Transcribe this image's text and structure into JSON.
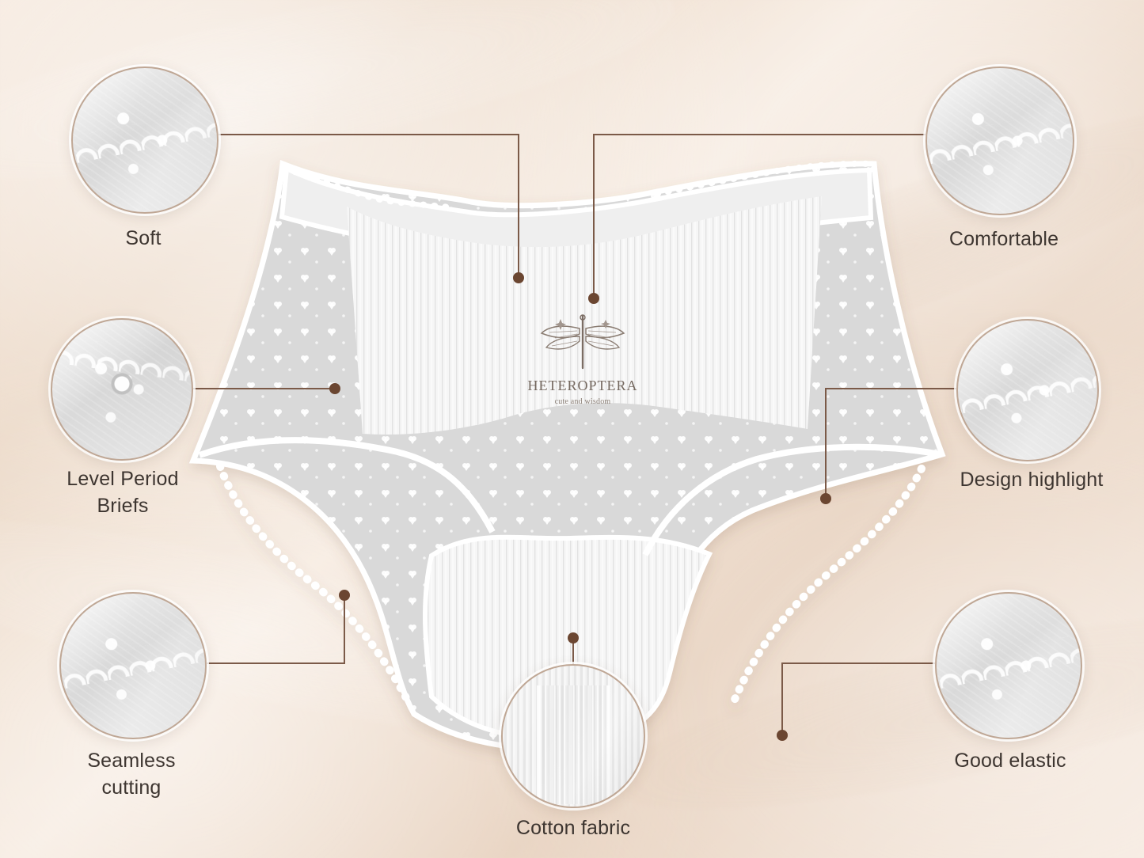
{
  "brand": {
    "name": "HETEROPTERA",
    "tagline": "cute and wisdom"
  },
  "features": {
    "soft": "Soft",
    "comfortable": "Comfortable",
    "level_period_line1": "Level Period",
    "level_period_line2": "Briefs",
    "design_highlight": "Design highlight",
    "seamless_line1": "Seamless",
    "seamless_line2": "cutting",
    "good_elastic": "Good elastic",
    "cotton_fabric": "Cotton fabric"
  },
  "colors": {
    "background": "#f0dfd1",
    "marker": "#6b4631",
    "connector": "#7b5a48",
    "fabric": "#f4f4f4",
    "label_text": "#3d3530"
  },
  "icons": [
    "dragonfly-logo-icon",
    "callout-dot-icon"
  ]
}
